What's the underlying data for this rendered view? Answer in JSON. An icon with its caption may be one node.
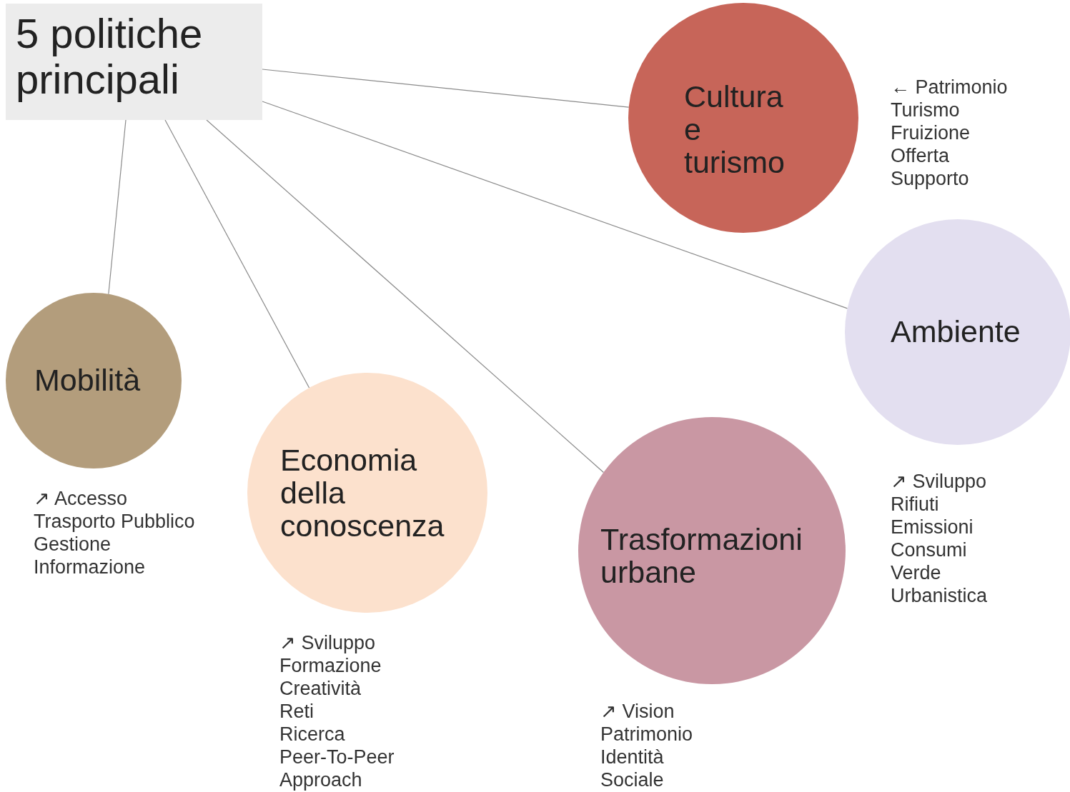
{
  "diagram": {
    "nodes": [
      {
        "text": [
          "5 politiche principali"
        ]
      },
      {
        "text": [
          "Cultura e turismo"
        ],
        "beside": [
          "← Patrimonio",
          "Turismo",
          "Fruizione",
          "Offerta",
          "Supporto"
        ]
      },
      {
        "text": [
          "Ambiente"
        ],
        "beside": [
          "↗ Sviluppo",
          "Rifiuti",
          "Emissioni",
          "Consumi",
          "Verde",
          "Urbanistica"
        ]
      },
      {
        "text": [
          "Mobilità"
        ],
        "beside": [
          "↗ Accesso",
          "Trasporto Pubblico",
          "Gestione",
          "Informazione"
        ]
      },
      {
        "text": [
          "Economia della conoscenza"
        ],
        "beside": [
          "↗ Sviluppo",
          "Formazione",
          "Creatività",
          "Reti",
          "Ricerca",
          "Peer-To-Peer",
          "Approach"
        ]
      },
      {
        "text": [
          "Trasformazioni urbane"
        ],
        "beside": [
          "↗ Vision",
          "Patrimonio",
          "Identità",
          "Sociale"
        ]
      }
    ],
    "edges": [
      {
        "from": 0,
        "to": 1,
        "arrow": "none"
      },
      {
        "from": 0,
        "to": 2,
        "arrow": "none"
      },
      {
        "from": 0,
        "to": 3,
        "arrow": "none"
      },
      {
        "from": 0,
        "to": 4,
        "arrow": "none"
      },
      {
        "from": 0,
        "to": 5,
        "arrow": "none"
      }
    ]
  }
}
